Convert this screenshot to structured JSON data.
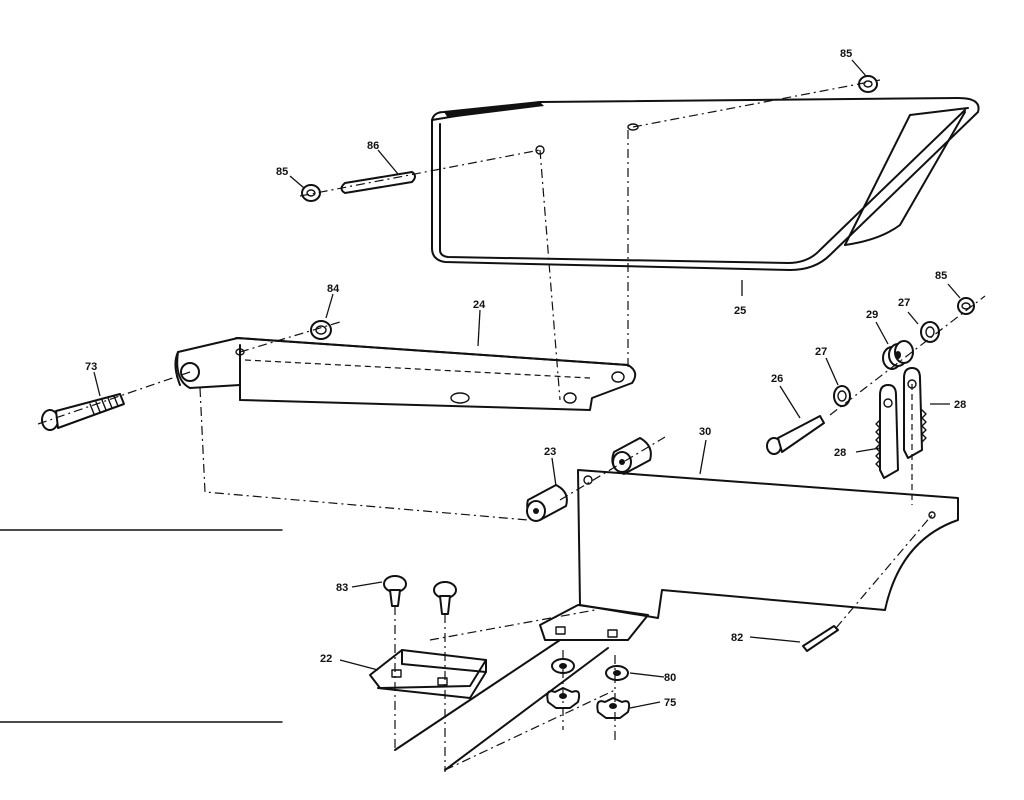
{
  "parts": [
    {
      "id": "p85a",
      "number": "85"
    },
    {
      "id": "p86",
      "number": "86"
    },
    {
      "id": "p85b",
      "number": "85"
    },
    {
      "id": "p25",
      "number": "25"
    },
    {
      "id": "p84",
      "number": "84"
    },
    {
      "id": "p24",
      "number": "24"
    },
    {
      "id": "p73",
      "number": "73"
    },
    {
      "id": "p85c",
      "number": "85"
    },
    {
      "id": "p27a",
      "number": "27"
    },
    {
      "id": "p29",
      "number": "29"
    },
    {
      "id": "p27b",
      "number": "27"
    },
    {
      "id": "p26",
      "number": "26"
    },
    {
      "id": "p28a",
      "number": "28"
    },
    {
      "id": "p28b",
      "number": "28"
    },
    {
      "id": "p23",
      "number": "23"
    },
    {
      "id": "p30",
      "number": "30"
    },
    {
      "id": "p83",
      "number": "83"
    },
    {
      "id": "p22",
      "number": "22"
    },
    {
      "id": "p80",
      "number": "80"
    },
    {
      "id": "p75",
      "number": "75"
    },
    {
      "id": "p82",
      "number": "82"
    }
  ]
}
